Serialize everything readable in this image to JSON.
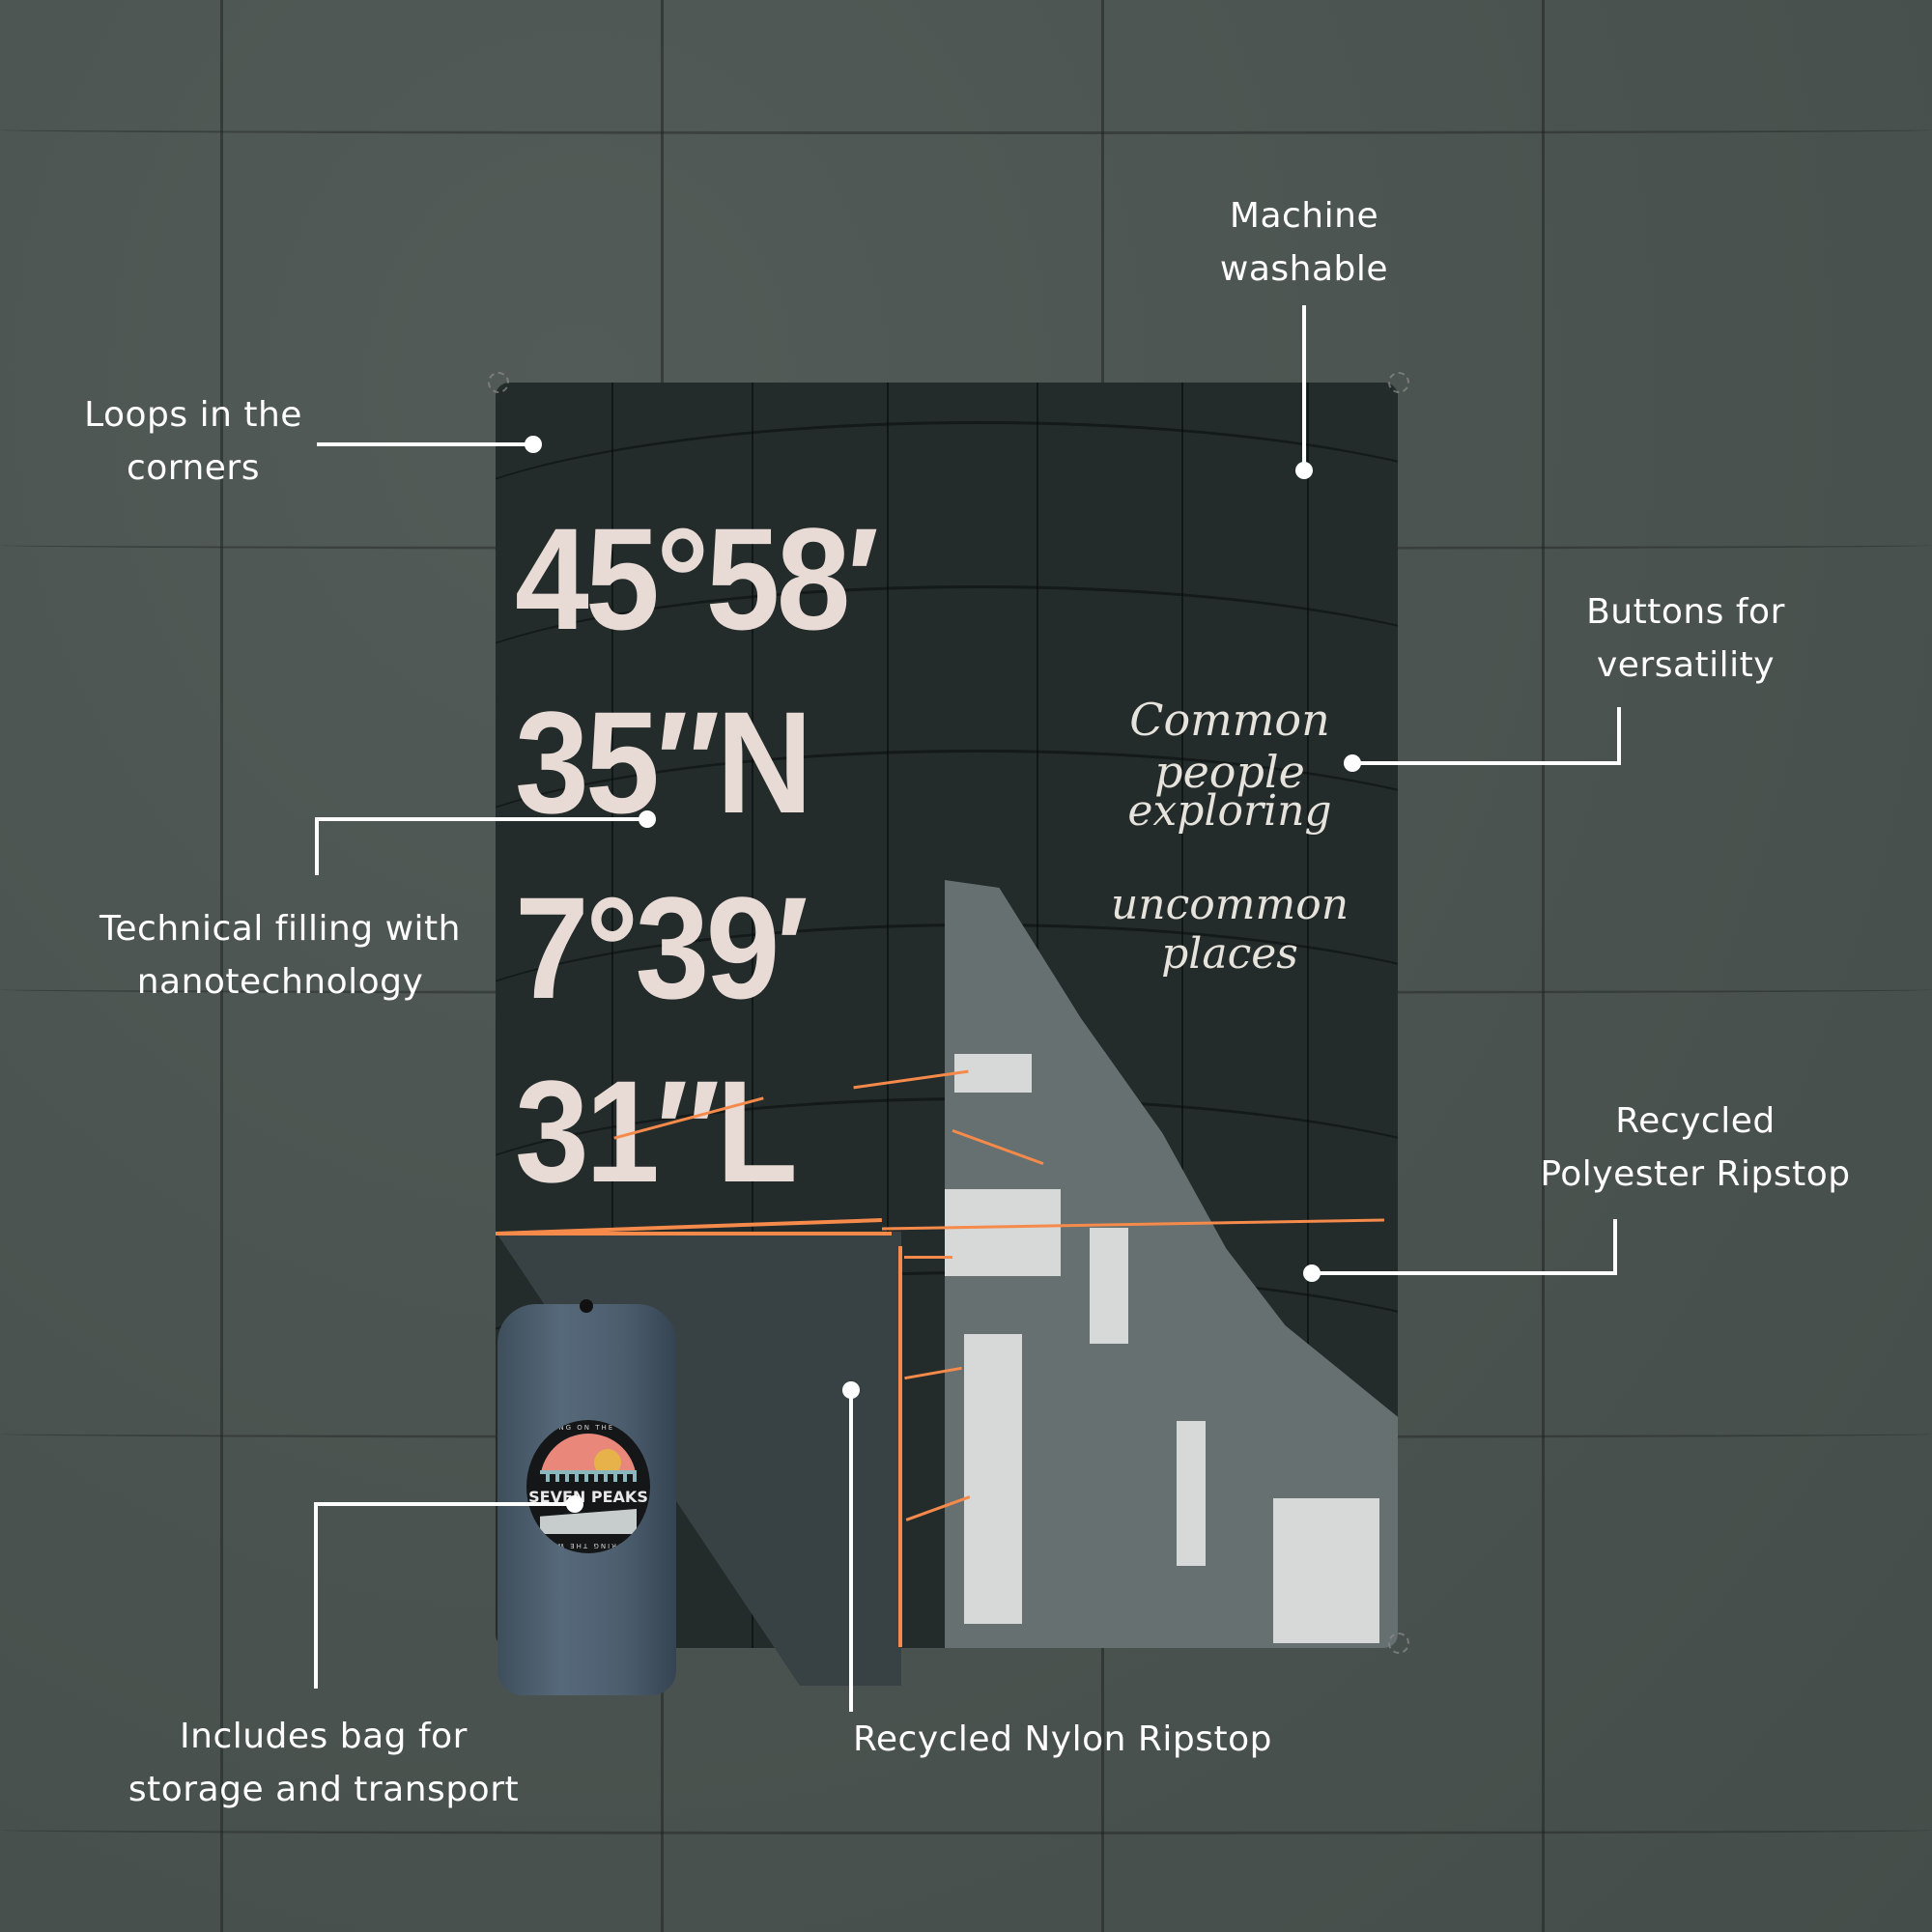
{
  "product": {
    "brand": "SEVEN PEAKS",
    "badge_ring_top": "LIVING ON THE TOP",
    "badge_ring_bottom": "EXPLORING THE WORLD"
  },
  "blanket_print": {
    "coordinates": [
      "45°58′",
      "35″N",
      "7°39′",
      "31″L"
    ],
    "quote_lines": [
      "Common people",
      "exploring",
      "uncommon places"
    ]
  },
  "callouts": [
    {
      "id": "loops",
      "lines": [
        "Loops in the",
        "corners"
      ]
    },
    {
      "id": "washable",
      "lines": [
        "Machine",
        "washable"
      ]
    },
    {
      "id": "buttons",
      "lines": [
        "Buttons for",
        "versatility"
      ]
    },
    {
      "id": "filling",
      "lines": [
        "Technical filling with",
        "nanotechnology"
      ]
    },
    {
      "id": "polyester",
      "lines": [
        "Recycled",
        "Polyester Ripstop"
      ]
    },
    {
      "id": "bag",
      "lines": [
        "Includes bag for",
        "storage and transport"
      ]
    },
    {
      "id": "nylon",
      "lines": [
        "Recycled Nylon Ripstop"
      ]
    }
  ],
  "colors": {
    "background": "#4a524f",
    "blanket": "#232b2b",
    "coord_text": "#e8dbd5",
    "accent_orange": "#f58a4b",
    "bag": "#4c5e6e",
    "callout": "#ffffff"
  }
}
